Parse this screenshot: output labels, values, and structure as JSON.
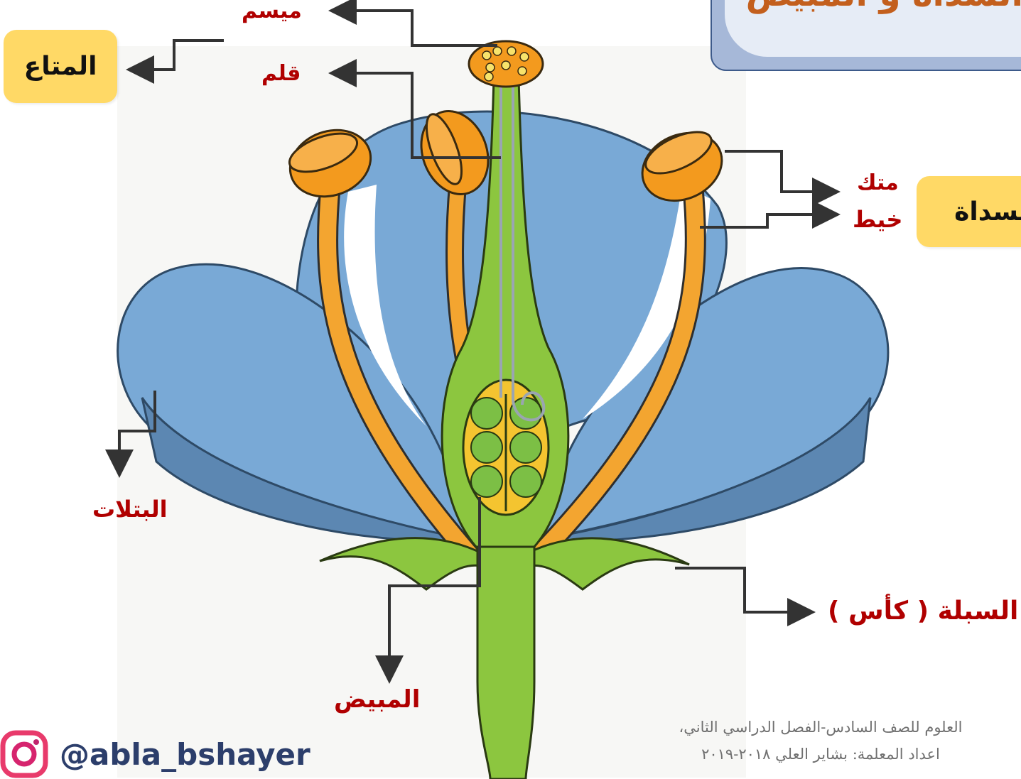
{
  "title": "السداة و المبيض",
  "labels": {
    "stigma": "ميسم",
    "style": "قلم",
    "anther": "متك",
    "filament": "خيط",
    "petals": "البتلات",
    "sepal": "السبلة ( كأس )",
    "ovary": "المبيض"
  },
  "boxes": {
    "pistil": "المتاع",
    "stamen": "السداة"
  },
  "credit": {
    "line1": "العلوم للصف السادس-الفصل الدراسي الثاني،",
    "line2": "اعداد المعلمة: بشاير العلي ٢٠١٨-٢٠١٩"
  },
  "social": {
    "icon": "instagram-icon",
    "handle": "@abla_bshayer"
  },
  "colors": {
    "petal": "#79a9d6",
    "stamen": "#f39a1e",
    "pistil": "#8cc63f",
    "label": "#b00000",
    "box": "#ffd966",
    "title": "#c35f1d"
  }
}
